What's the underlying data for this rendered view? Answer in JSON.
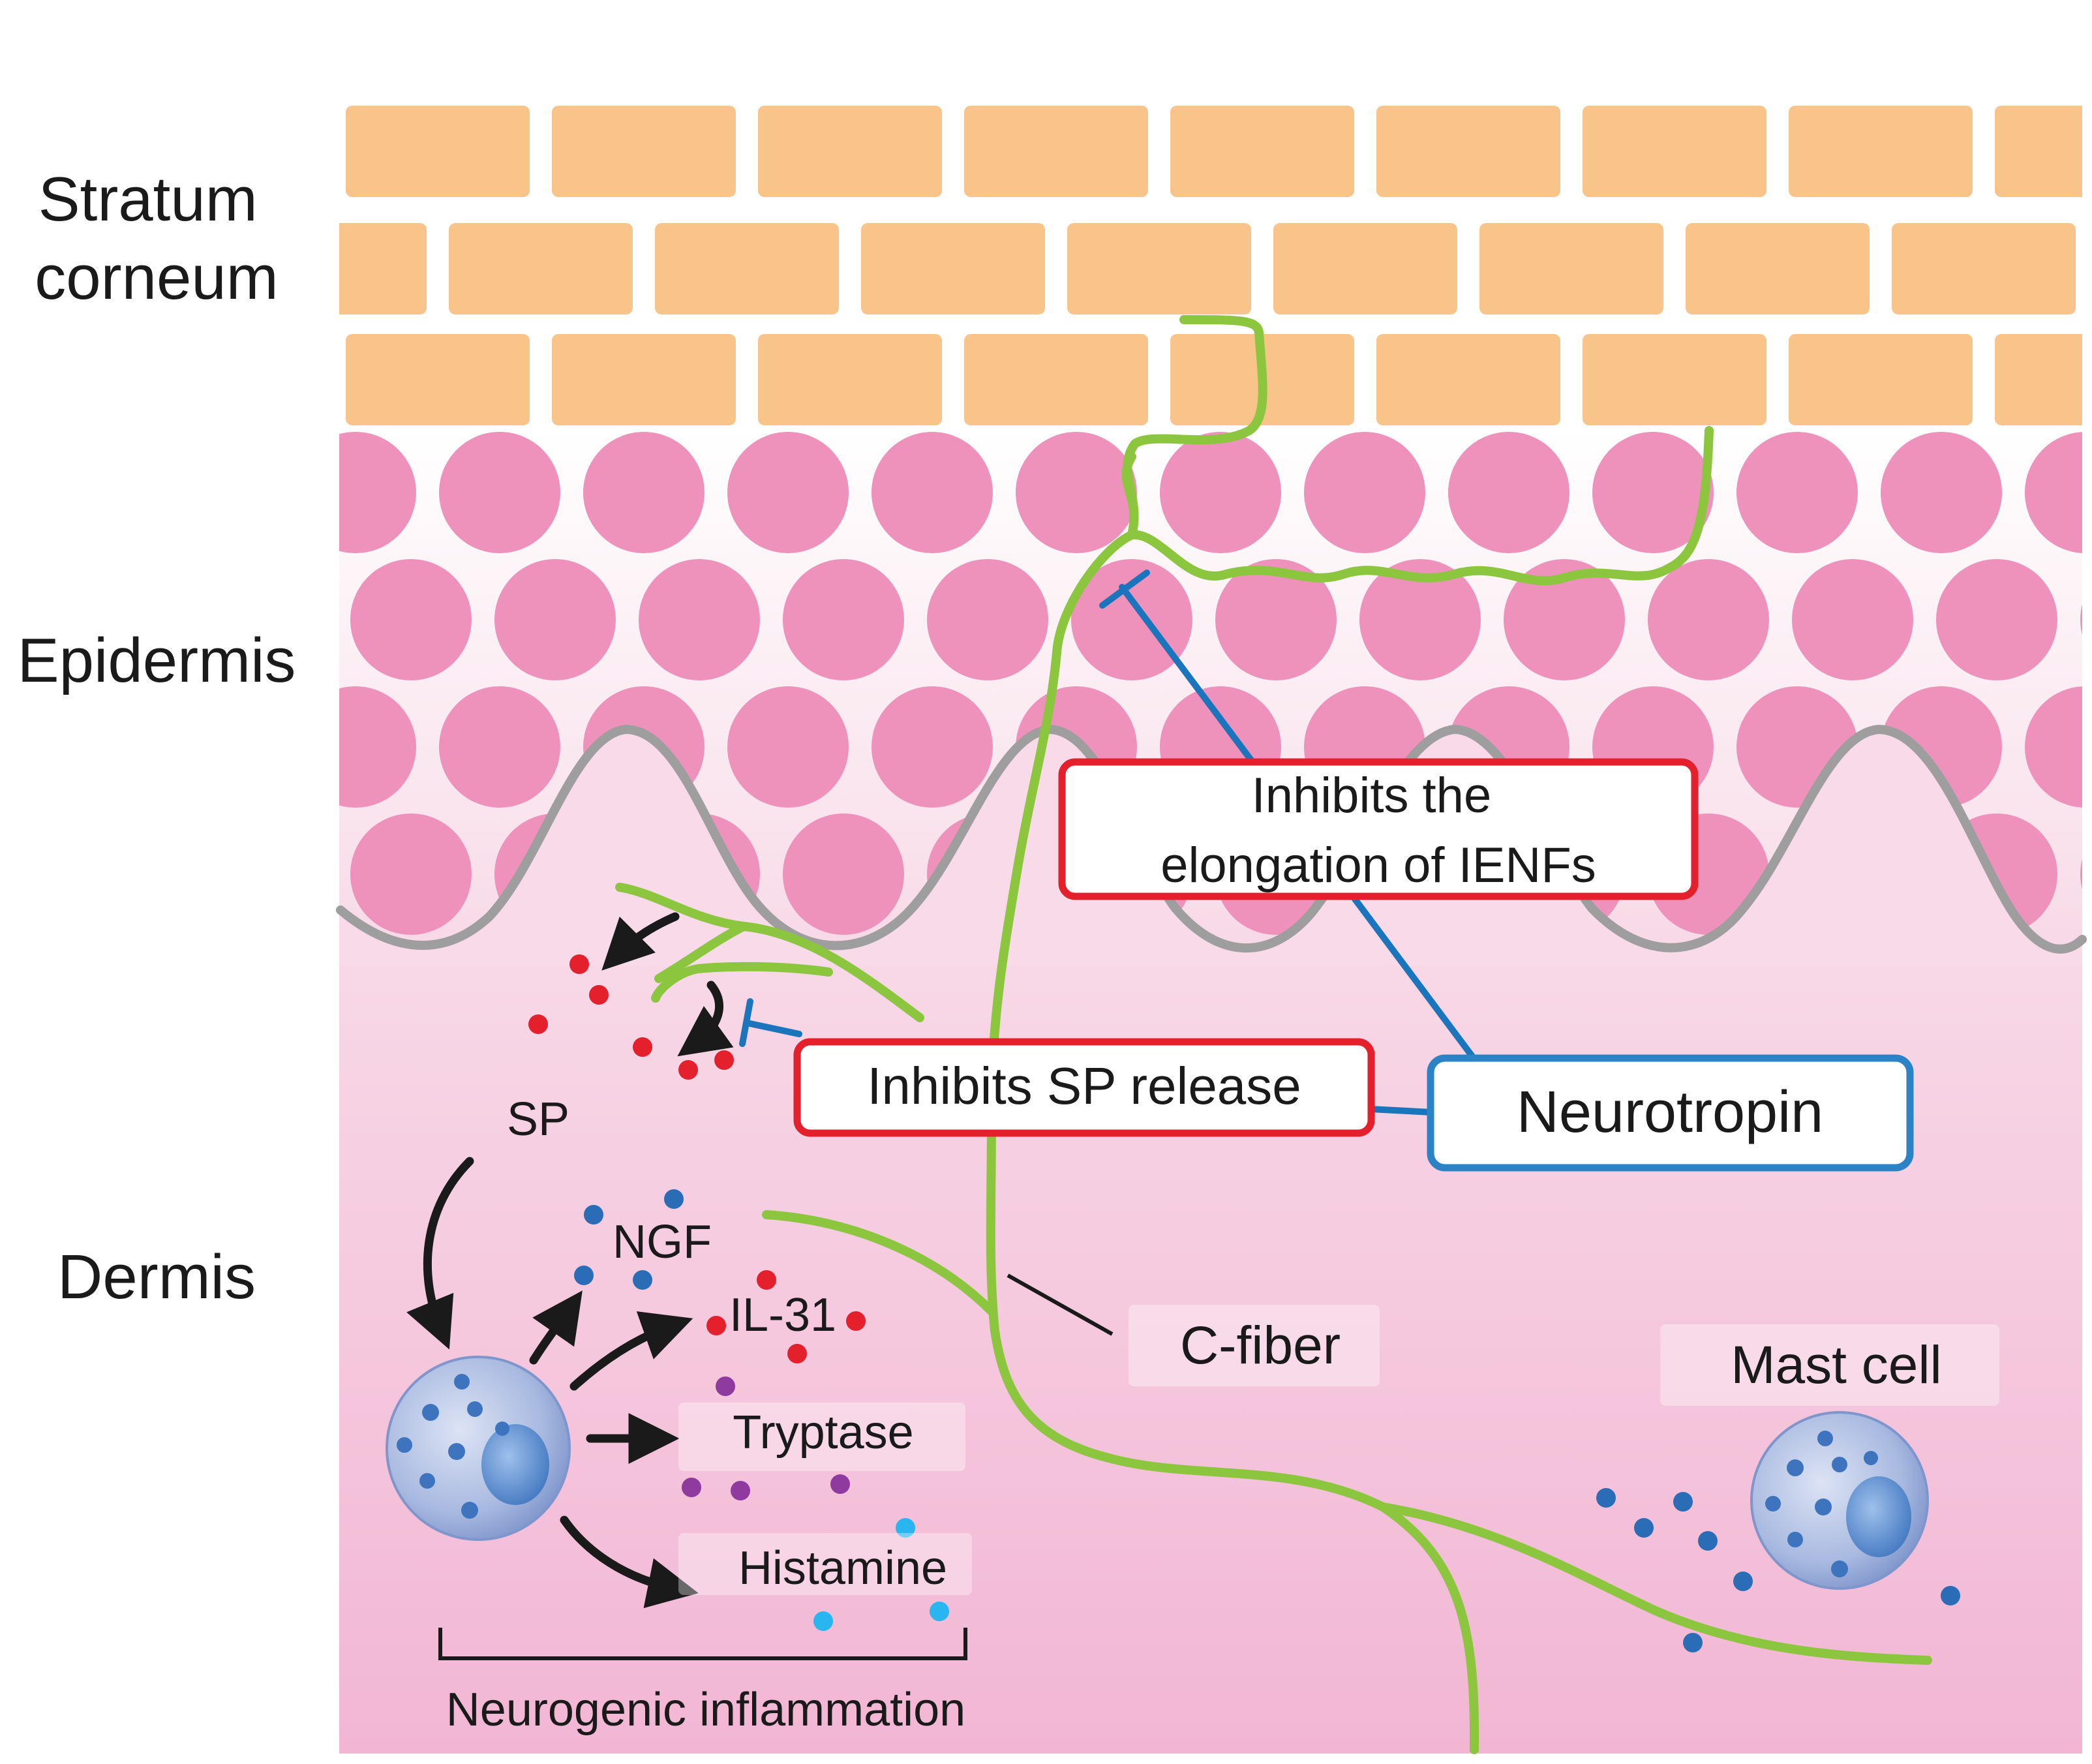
{
  "layers": {
    "stratum_corneum": "Stratum\ncorneum",
    "epidermis": "Epidermis",
    "dermis": "Dermis"
  },
  "labels": {
    "sp": "SP",
    "ngf": "NGF",
    "il31": "IL-31",
    "tryptase": "Tryptase",
    "histamine": "Histamine",
    "neurogenic_inflammation": "Neurogenic inflammation",
    "c_fiber": "C-fiber",
    "mast_cell": "Mast cell"
  },
  "boxes": {
    "inhibits_ienf": "Inhibits the\nelongation of IENFs",
    "inhibits_sp": "Inhibits SP release",
    "neurotropin": "Neurotropin"
  },
  "colors": {
    "corneum_band": "#F5921E",
    "corneum_cell": "#F9C48A",
    "keratinocyte": "#EE92BC",
    "epidermis_bg": "#FBE4EE",
    "dermis_bg": "#F4C2DA",
    "basement": "#9E9E9E",
    "nerve": "#8CC63F",
    "inhibit": "#1B75BC",
    "red_box": "#E3202B",
    "blue_box": "#2B83C6",
    "sp_dot": "#E3202B",
    "ngf_dot": "#2B6CB7",
    "tryptase_dot": "#8E3A9E",
    "histamine_dot": "#29B6F0"
  }
}
